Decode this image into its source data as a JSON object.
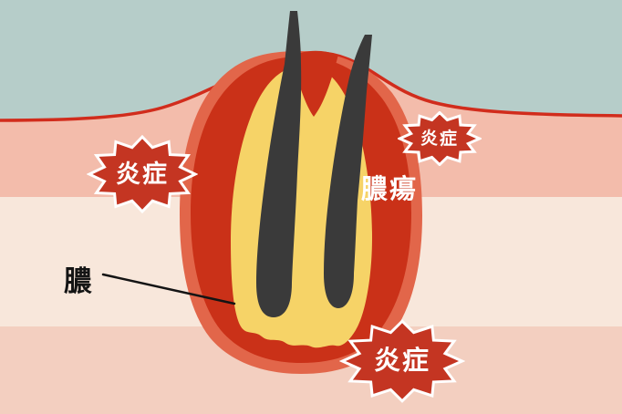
{
  "diagram": {
    "title": "skin-abscess-cross-section",
    "labels": {
      "inflammation_left": "炎症",
      "inflammation_right": "炎症",
      "inflammation_bottom": "炎症",
      "abscess": "膿瘍",
      "pus": "膿"
    },
    "colors": {
      "sky": "#b6cdc9",
      "skin_surface_line": "#d12c1c",
      "dermis_upper": "#f3bcab",
      "dermis_mid": "#f8e7db",
      "dermis_lower": "#f3cfc0",
      "abscess_rim": "#e2664a",
      "abscess_core": "#ca3118",
      "pus_yellow": "#f6d367",
      "hair": "#3a3a3a",
      "burst_fill": "#c43522",
      "text_light": "#ffffff",
      "text_dark": "#141414"
    }
  }
}
